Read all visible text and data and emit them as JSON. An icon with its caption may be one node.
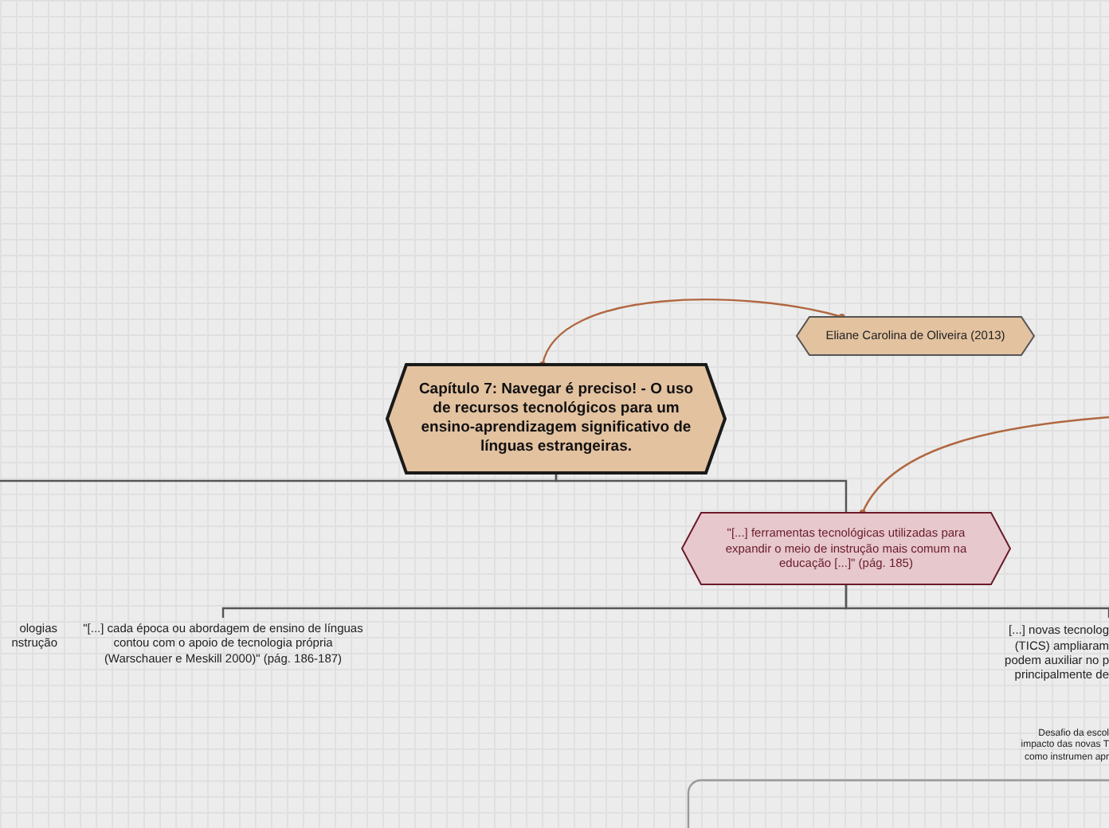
{
  "diagram": {
    "nodes": [
      {
        "text": [
          "Capítulo 7: Navegar é preciso! - O uso de recursos tecnológicos para um ensino-aprendizagem significativo de línguas estrangeiras."
        ]
      },
      {
        "text": [
          "Eliane Carolina de Oliveira (2013)"
        ]
      },
      {
        "text": [
          "\"[...] ferramentas tecnológicas utilizadas para expandir o meio de instrução mais comum na educação [...]\" (pág. 185)"
        ]
      },
      {
        "text": [
          "\"[...] cada época ou abordagem de ensino de línguas contou com o apoio de tecnologia própria (Warschauer e Meskill 2000)\" (pág. 186-187)"
        ]
      },
      {
        "text": [
          "ologias nstrução"
        ]
      },
      {
        "text": [
          "[...] novas tecnolog (TICS) ampliaram podem auxiliar no p principalmente de"
        ]
      },
      {
        "text": [
          "Desafio da escol impacto das novas T como instrumen apr"
        ]
      },
      {
        "text": [],
        "shape": "box"
      }
    ],
    "edges": [
      {
        "from": 0,
        "to": 1,
        "arrow": "other",
        "color": "#b0673f"
      },
      {
        "from": null,
        "to": 2,
        "arrow": "other",
        "color": "#b0673f"
      },
      {
        "from": 0,
        "to": 2,
        "arrow": "none"
      },
      {
        "from": 0,
        "to": null,
        "arrow": "none"
      },
      {
        "from": 2,
        "to": 3,
        "arrow": "none"
      },
      {
        "from": 2,
        "to": 5,
        "arrow": "none"
      }
    ]
  }
}
